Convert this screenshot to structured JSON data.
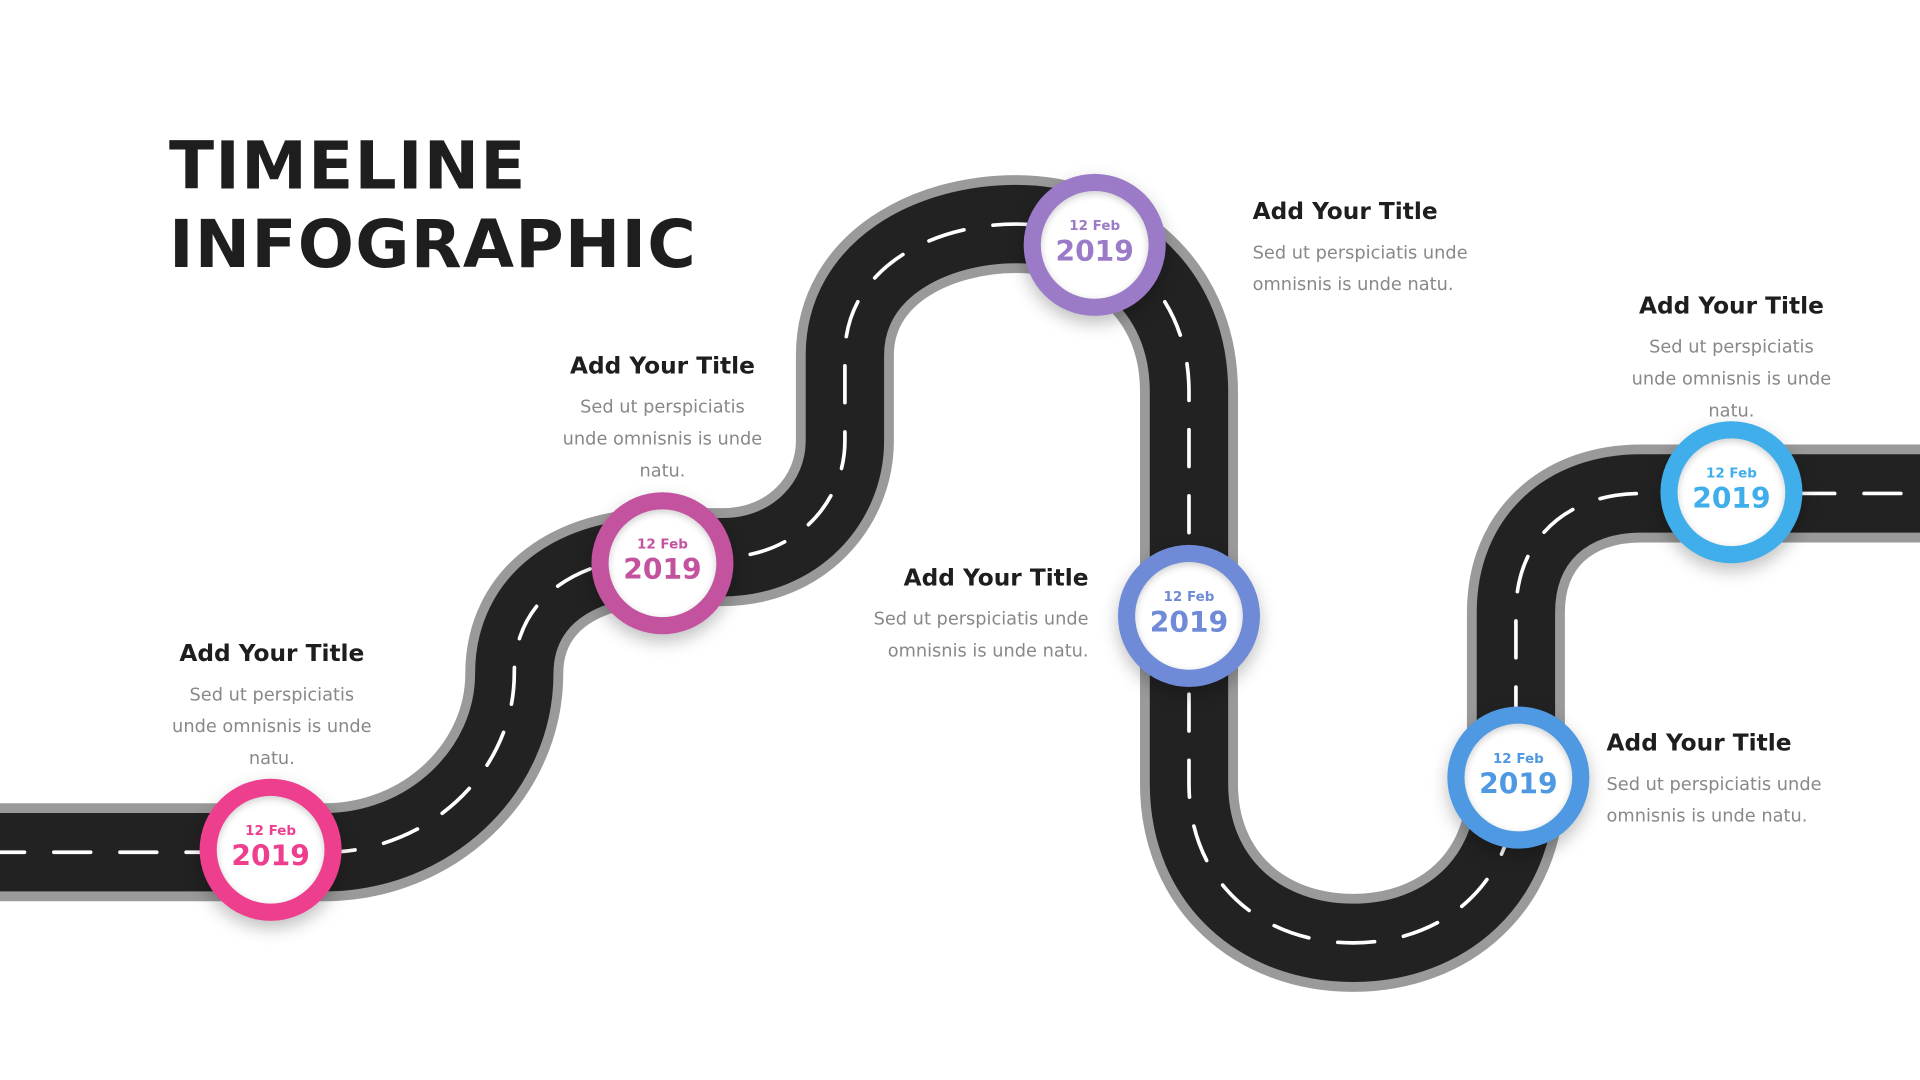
{
  "title": {
    "line1": "TIMELINE",
    "line2": "INFOGRAPHIC"
  },
  "milestones": [
    {
      "day": "12 Feb",
      "year": "2019",
      "title": "Add Your Title",
      "desc": "Sed ut perspiciatis unde omnisnis is unde natu.",
      "color": "#ee3f8f"
    },
    {
      "day": "12 Feb",
      "year": "2019",
      "title": "Add Your Title",
      "desc": "Sed ut perspiciatis unde omnisnis is unde natu.",
      "color": "#c4539f"
    },
    {
      "day": "12 Feb",
      "year": "2019",
      "title": "Add Your Title",
      "desc": "Sed ut perspiciatis unde omnisnis is unde natu.",
      "color": "#9b7bc8"
    },
    {
      "day": "12 Feb",
      "year": "2019",
      "title": "Add Your Title",
      "desc": "Sed ut perspiciatis unde omnisnis is unde natu.",
      "color": "#6f8bd8"
    },
    {
      "day": "12 Feb",
      "year": "2019",
      "title": "Add Your Title",
      "desc": "Sed ut perspiciatis unde omnisnis is unde natu.",
      "color": "#4f98e2"
    },
    {
      "day": "12 Feb",
      "year": "2019",
      "title": "Add Your Title",
      "desc": "Sed ut perspiciatis unde omnisnis is unde natu.",
      "color": "#3faeea"
    }
  ]
}
